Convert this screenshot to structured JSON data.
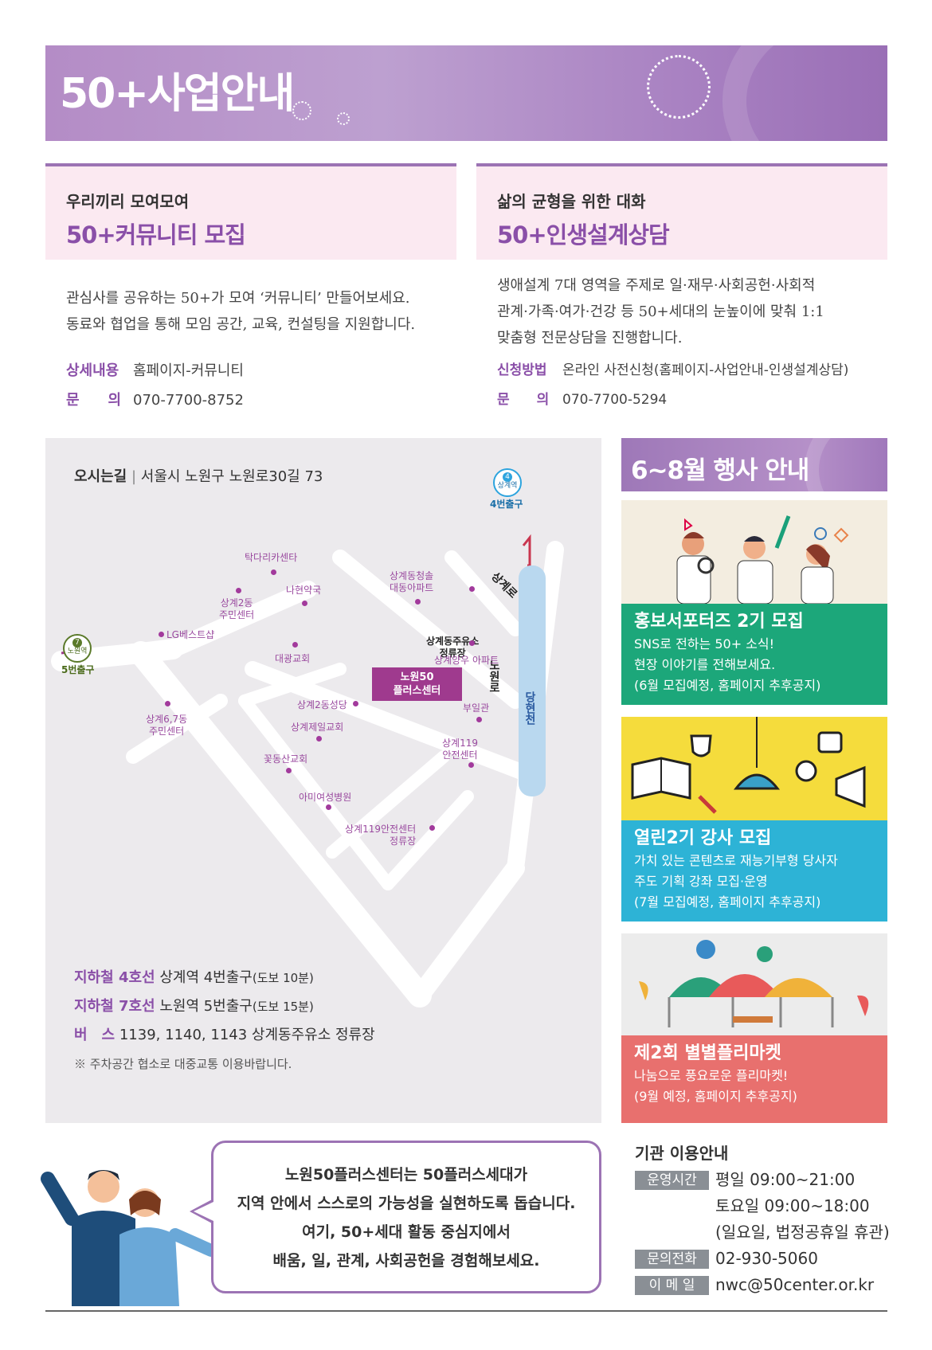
{
  "header": {
    "title": "50+사업안내"
  },
  "community": {
    "subtitle": "우리끼리 모여모여",
    "title": "50+커뮤니티 모집",
    "desc1": "관심사를 공유하는 50+가 모여 ‘커뮤니티’ 만들어보세요.",
    "desc2": "동료와 협업을 통해 모임 공간, 교육, 컨설팅을 지원합니다.",
    "detail_label": "상세내용",
    "detail_value": "홈페이지-커뮤니티",
    "contact_label": "문　　의",
    "contact_value": "070-7700-8752"
  },
  "counsel": {
    "subtitle": "삶의 균형을 위한 대화",
    "title": "50+인생설계상담",
    "desc1": "생애설계 7대 영역을 주제로 일·재무·사회공헌·사회적",
    "desc2": "관계·가족·여가·건강 등 50+세대의 눈높이에 맞춰 1:1",
    "desc3": "맞춤형 전문상담을 진행합니다.",
    "apply_label": "신청방법",
    "apply_value": "온라인 사전신청(홈페이지-사업안내-인생설계상담)",
    "contact_label": "문　　의",
    "contact_value": "070-7700-5294"
  },
  "map": {
    "directions_label": "오시는길",
    "address": "서울시 노원구 노원로30길 73",
    "station4_num": "4",
    "station4_name": "상계역",
    "station4_exit": "4번출구",
    "station7_num": "7",
    "station7_name": "노원역",
    "station7_exit": "5번출구",
    "center_line1": "노원50",
    "center_line2": "플러스센터",
    "road_sanggye": "상계로",
    "road_nowon": "노원로",
    "stream": "당현천",
    "bus_stop_line1": "상계동주유소",
    "bus_stop_line2": "정류장",
    "places": {
      "takdari": "탁다리카센타",
      "nahyun": "나현약국",
      "sanggye2_1": "상계2동",
      "sanggye2_2": "주민센터",
      "lg": "LG베스트샵",
      "daegwang": "대광교회",
      "apt_1": "상계동청솔",
      "apt_2": "대동아파트",
      "yangwoo": "상계양우 아파트",
      "cathedral": "상계2동성당",
      "jeil": "상계제일교회",
      "sanggye67_1": "상계6,7동",
      "sanggye67_2": "주민센터",
      "kkot": "꽃동산교회",
      "buil": "부일관",
      "safety_1": "상계119",
      "safety_2": "안전센터",
      "amie": "아미여성병원",
      "stop119_1": "상계119안전센터",
      "stop119_2": "정류장"
    }
  },
  "transport": {
    "line4_label": "지하철 4호선",
    "line4_value": "상계역 4번출구",
    "line4_walk": "(도보 10분)",
    "line7_label": "지하철 7호선",
    "line7_value": "노원역 5번출구",
    "line7_walk": "(도보 15분)",
    "bus_label": "버　스",
    "bus_value": "1139, 1140, 1143 상계동주유소 정류장",
    "note": "※ 주차공간 협소로 대중교통 이용바랍니다."
  },
  "events": {
    "header": "6~8월 행사 안내",
    "items": [
      {
        "title": "홍보서포터즈 2기 모집",
        "line1": "SNS로 전하는 50+ 소식!",
        "line2": "현장 이야기를 전해보세요.",
        "line3": "(6월 모집예정, 홈페이지 추후공지)"
      },
      {
        "title": "열린2기 강사 모집",
        "line1": "가치 있는 콘텐츠로 재능기부형 당사자",
        "line2": "주도 기획 강좌 모집·운영",
        "line3": "(7월 모집예정, 홈페이지 추후공지)"
      },
      {
        "title": "제2회 별별플리마켓",
        "line1": "나눔으로 풍요로운 플리마켓!",
        "line2": "(9월 예정, 홈페이지 추후공지)"
      }
    ]
  },
  "bubble": {
    "l1": "노원50플러스센터는 50플러스세대가",
    "l2": "지역 안에서 스스로의 가능성을 실현하도록 돕습니다.",
    "l3": "여기, 50+세대 활동 중심지에서",
    "l4": "배움, 일, 관계, 사회공헌을 경험해보세요."
  },
  "institution": {
    "heading": "기관 이용안내",
    "hours_label": "운영시간",
    "hours_weekday": "평일 09:00~21:00",
    "hours_sat": "토요일 09:00~18:00",
    "hours_closed": "(일요일, 법정공휴일 휴관)",
    "phone_label": "문의전화",
    "phone_value": "02-930-5060",
    "email_label": "이 메 일",
    "email_value": "nwc@50center.or.kr"
  },
  "colors": {
    "purple": "#8a4fa8",
    "event1": "#1ca77a",
    "event2": "#2db3d6",
    "event3": "#e8706e"
  }
}
